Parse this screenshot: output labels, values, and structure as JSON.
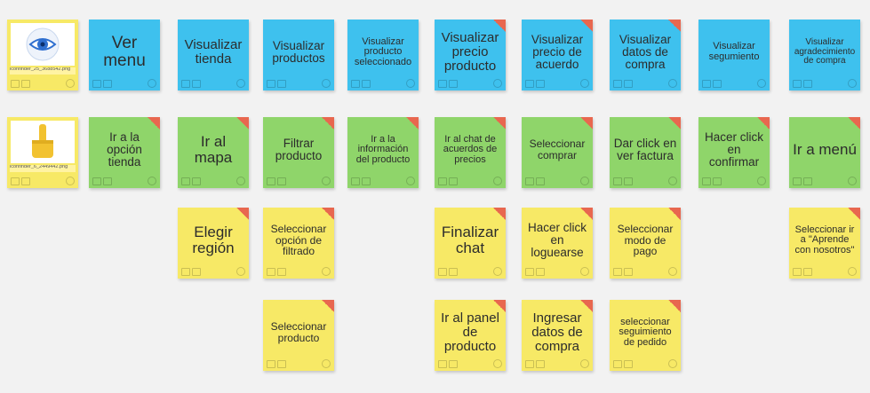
{
  "row1": {
    "image": {
      "filename": "iconfinder_25_3688542.png",
      "icon": "eye-icon"
    },
    "notes": [
      {
        "label": "Ver menu",
        "color": "blue"
      },
      {
        "label": "Visualizar tienda",
        "color": "blue"
      },
      {
        "label": "Visualizar productos",
        "color": "blue"
      },
      {
        "label": "Visualizar producto seleccionado",
        "color": "blue"
      },
      {
        "label": "Visualizar precio producto",
        "color": "blue"
      },
      {
        "label": "Visualizar precio de acuerdo",
        "color": "blue"
      },
      {
        "label": "Visualizar datos de compra",
        "color": "blue"
      },
      {
        "label": "Visualizar segumiento",
        "color": "blue"
      },
      {
        "label": "Visualizar agradecimiento de compra",
        "color": "blue"
      }
    ]
  },
  "row2": {
    "image": {
      "filename": "iconfinder_6_2449442.png",
      "icon": "pointing-hand-icon"
    },
    "notes": [
      {
        "label": "Ir a la opción tienda",
        "color": "green"
      },
      {
        "label": "Ir al mapa",
        "color": "green"
      },
      {
        "label": "Filtrar producto",
        "color": "green"
      },
      {
        "label": "Ir a la información del producto",
        "color": "green"
      },
      {
        "label": "Ir al chat de acuerdos de precios",
        "color": "green"
      },
      {
        "label": "Seleccionar comprar",
        "color": "green"
      },
      {
        "label": "Dar click en ver factura",
        "color": "green"
      },
      {
        "label": "Hacer click en confirmar",
        "color": "green"
      },
      {
        "label": "Ir a menú",
        "color": "green"
      }
    ]
  },
  "row3": {
    "notes": [
      {
        "label": "Elegir región"
      },
      {
        "label": "Seleccionar opción de filtrado"
      },
      {
        "label": "Finalizar chat"
      },
      {
        "label": "Hacer click en loguearse"
      },
      {
        "label": "Seleccionar modo de pago"
      },
      {
        "label": "Seleccionar ir a \"Aprende con nosotros\""
      }
    ]
  },
  "row4": {
    "notes": [
      {
        "label": "Seleccionar producto"
      },
      {
        "label": "Ir al panel de producto"
      },
      {
        "label": "Ingresar datos de compra"
      },
      {
        "label": "seleccionar seguimiento de pedido"
      }
    ]
  },
  "colors": {
    "blue": "#3ec1ee",
    "green": "#8fd56a",
    "yellow": "#f7e966",
    "corner": "#e8674f",
    "background": "#f2f2f2"
  }
}
